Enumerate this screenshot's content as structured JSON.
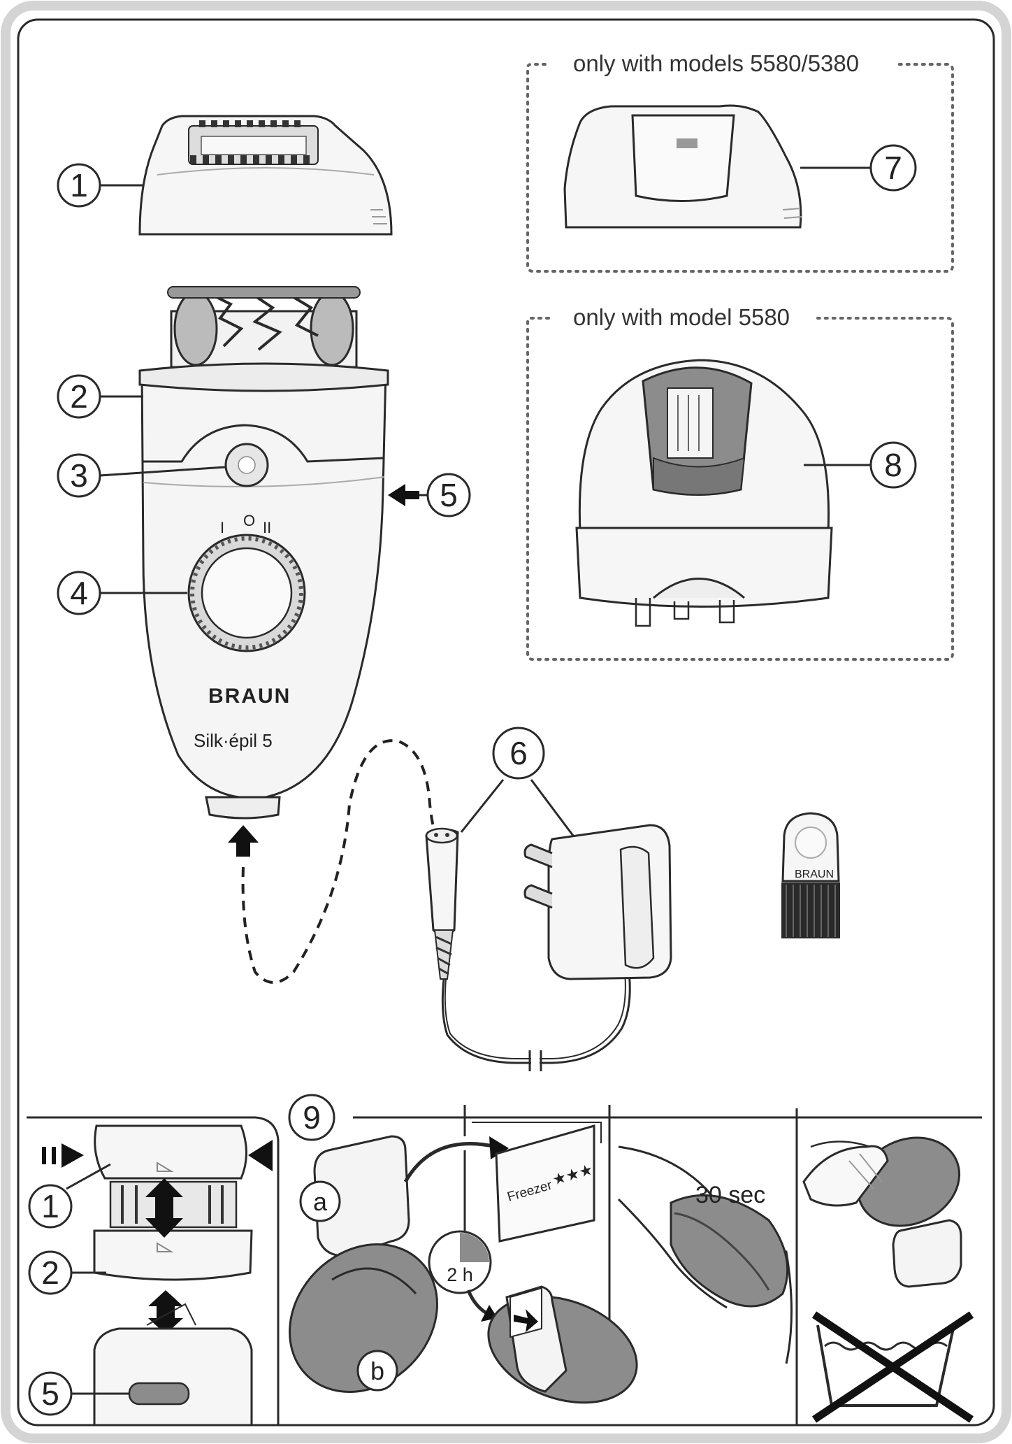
{
  "notes": {
    "models_5580_5380": "only with models 5580/5380",
    "model_5580": "only with model 5580"
  },
  "callouts": {
    "c1": "1",
    "c2": "2",
    "c3": "3",
    "c4": "4",
    "c5": "5",
    "c6": "6",
    "c7": "7",
    "c8": "8",
    "c9": "9",
    "inset_1": "1",
    "inset_2": "2",
    "inset_5": "5"
  },
  "device": {
    "brand": "BRAUN",
    "model": "Silk·épil 5",
    "switch_positions": [
      "I",
      "O",
      "II"
    ]
  },
  "cap_brand": "BRAUN",
  "cooling": {
    "step_a": "a",
    "step_b": "b",
    "freezer_label": "Freezer",
    "freezer_stars": "★★★",
    "duration": "2 h",
    "time": "30 sec"
  },
  "colors": {
    "line": "#2a2a2a",
    "body_fill": "#f4f4f4",
    "shade": "#8c8c8c",
    "frame": "#d0d0d0"
  }
}
